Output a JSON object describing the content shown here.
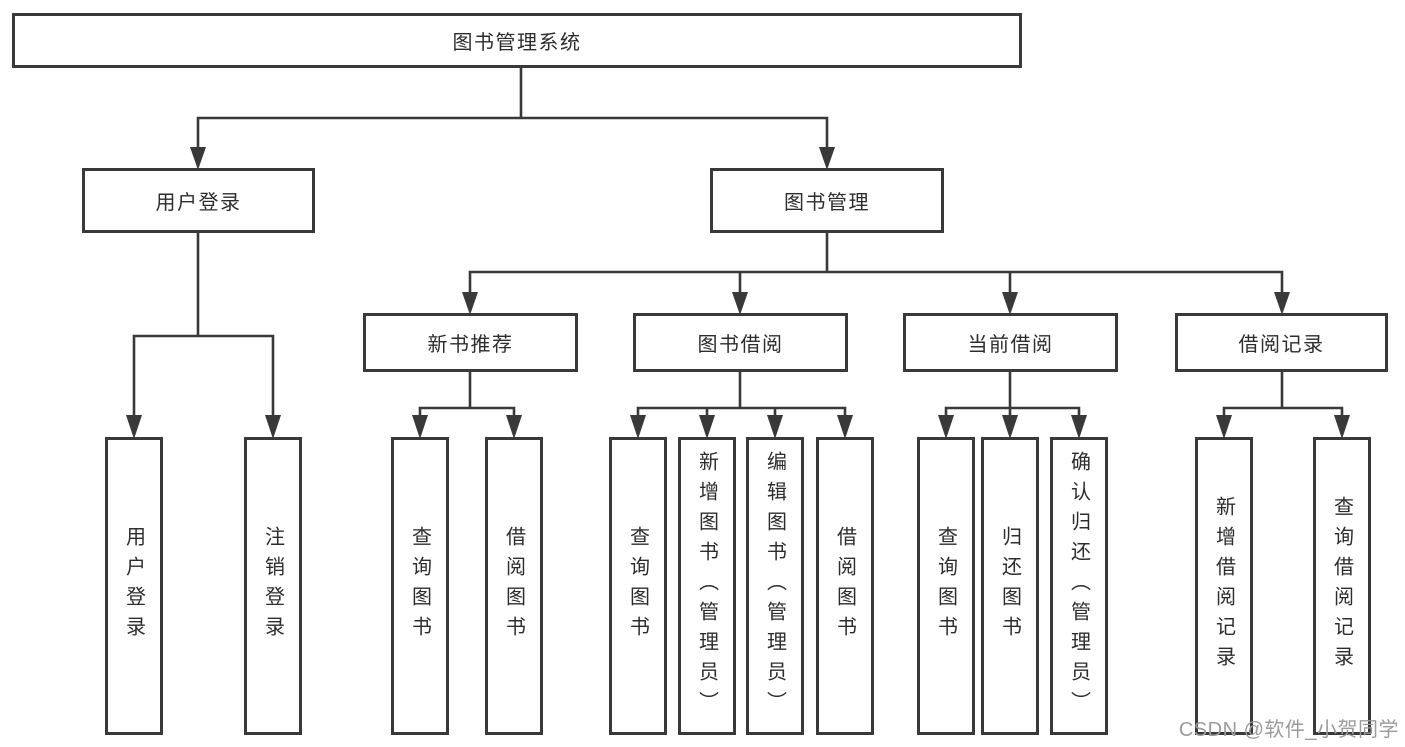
{
  "root": {
    "label": "图书管理系统"
  },
  "level2": {
    "user_login": {
      "label": "用户登录",
      "leaves": [
        "用户登录",
        "注销登录"
      ]
    },
    "book_mgmt": {
      "label": "图书管理"
    }
  },
  "level3": {
    "new_books": {
      "label": "新书推荐",
      "leaves": [
        "查询图书",
        "借阅图书"
      ]
    },
    "book_borrow": {
      "label": "图书借阅",
      "leaves": [
        "查询图书",
        "新增图书（管理员）",
        "编辑图书（管理员）",
        "借阅图书"
      ]
    },
    "current_borrow": {
      "label": "当前借阅",
      "leaves": [
        "查询图书",
        "归还图书",
        "确认归还（管理员）"
      ]
    },
    "borrow_records": {
      "label": "借阅记录",
      "leaves": [
        "新增借阅记录",
        "查询借阅记录"
      ]
    }
  },
  "watermark": {
    "text": "CSDN @软件_小贺同学"
  },
  "colors": {
    "line": "#393939",
    "text": "#2d2d2d",
    "watermark": "#9b9b9b",
    "background": "#ffffff"
  }
}
